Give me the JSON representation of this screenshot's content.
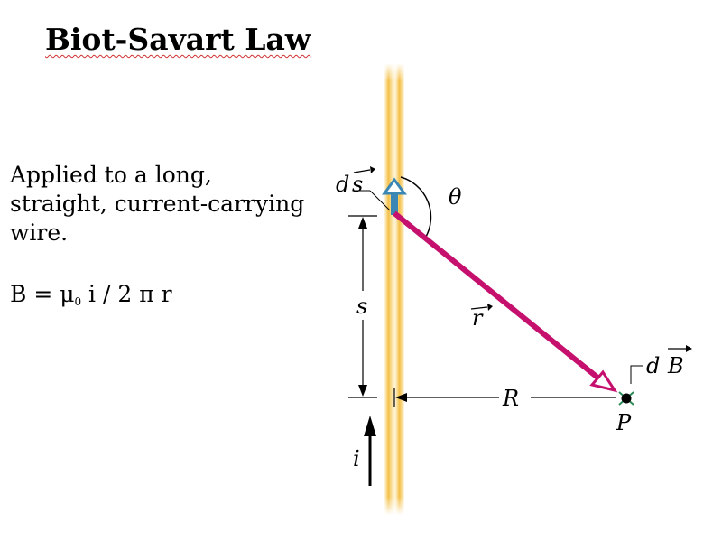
{
  "slide": {
    "title": "Biot-Savart Law",
    "body_lines": [
      "Applied to a long,",
      "straight, current-carrying",
      "wire."
    ],
    "formula": {
      "lhs": "B = μ",
      "subscript": "0",
      "rhs": " i / 2 π r"
    }
  },
  "diagram": {
    "labels": {
      "ds_d": "d",
      "ds_s": "s",
      "theta": "θ",
      "r": "r",
      "s": "s",
      "R": "R",
      "i": "i",
      "P": "P",
      "dB_d": "d",
      "dB_B": "B"
    },
    "colors": {
      "wire_light": "#fbe3a8",
      "wire_dark": "#f0b534",
      "r_vector": "#c5116d",
      "ds_vector": "#3a86b4",
      "dB_marker": "#2e8b57"
    }
  }
}
